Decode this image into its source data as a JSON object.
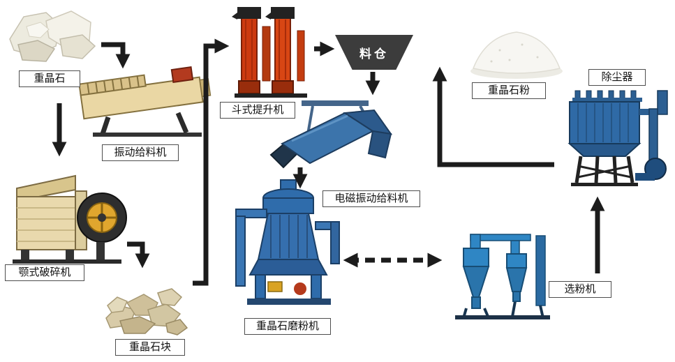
{
  "labels": {
    "barite": "重晶石",
    "vibrating_feeder": "振动给料机",
    "jaw_crusher": "颚式破碎机",
    "barite_lumps": "重晶石块",
    "bucket_elevator": "斗式提升机",
    "silo": "料仓",
    "electromagnetic_feeder": "电磁振动给料机",
    "mill": "重晶石磨粉机",
    "classifier": "选粉机",
    "dust_collector": "除尘器",
    "barite_powder": "重晶石粉"
  },
  "connections": [
    {
      "from": "barite",
      "to": "vibrating_feeder",
      "style": "solid"
    },
    {
      "from": "vibrating_feeder",
      "to": "jaw_crusher",
      "style": "solid"
    },
    {
      "from": "jaw_crusher",
      "to": "barite_lumps",
      "style": "solid"
    },
    {
      "from": "barite_lumps",
      "to": "bucket_elevator",
      "style": "solid"
    },
    {
      "from": "bucket_elevator",
      "to": "silo",
      "style": "solid"
    },
    {
      "from": "silo",
      "to": "electromagnetic_feeder",
      "style": "solid"
    },
    {
      "from": "electromagnetic_feeder",
      "to": "mill",
      "style": "solid"
    },
    {
      "from": "mill",
      "to": "classifier",
      "style": "dashed-bidirectional"
    },
    {
      "from": "classifier",
      "to": "dust_collector",
      "style": "solid"
    },
    {
      "from": "dust_collector",
      "to": "barite_powder",
      "style": "solid"
    }
  ],
  "colors": {
    "arrow": "#1c1c1c",
    "label_border": "#4d4d4d",
    "label_bg": "#ffffff",
    "silo_bg": "#3c3c3c",
    "machine_blue": "#2f6cab",
    "machine_beige": "#ead7a4",
    "elevator_orange": "#cc3a10"
  },
  "illustrations": [
    "barite-rocks-photo",
    "vibrating-feeder-photo",
    "jaw-crusher-photo",
    "barite-lumps-photo",
    "bucket-elevator-photo",
    "silo-hopper-shape",
    "electromagnetic-feeder-photo",
    "grinding-mill-photo",
    "powder-classifier-photo",
    "dust-collector-photo",
    "barite-powder-photo"
  ]
}
